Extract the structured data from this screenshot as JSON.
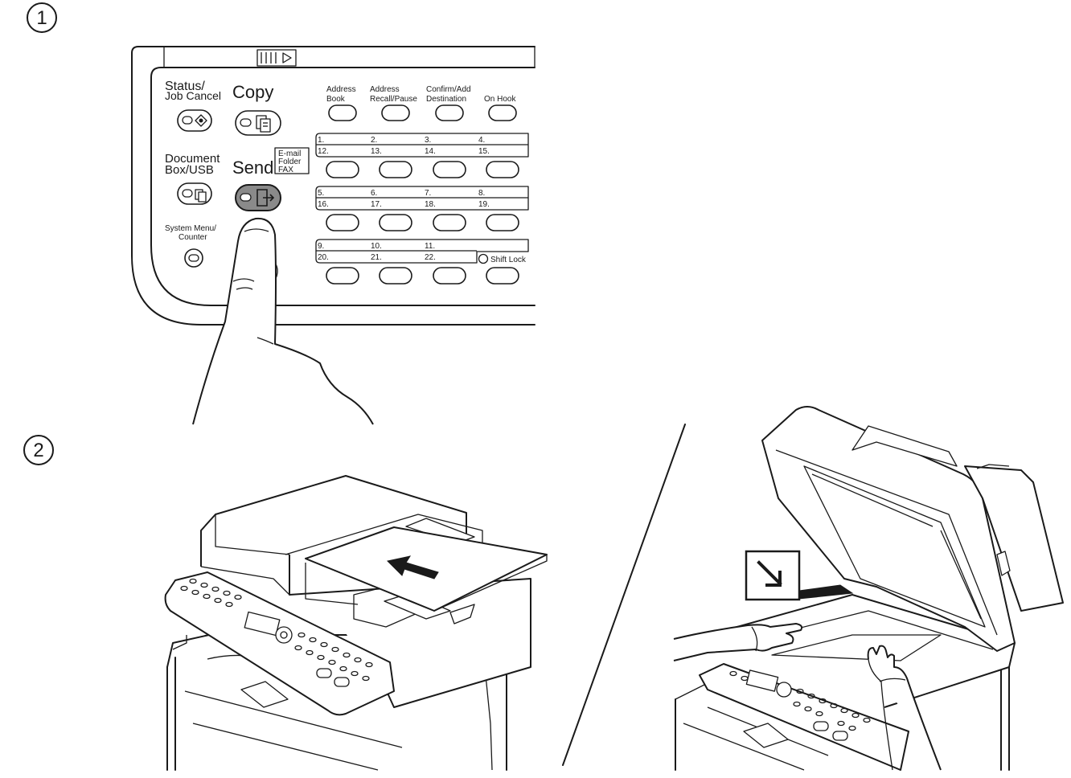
{
  "steps": {
    "step1": "1",
    "step2": "2"
  },
  "panel": {
    "status_label_line1": "Status/",
    "status_label_line2": "Job Cancel",
    "copy_label": "Copy",
    "document_label_line1": "Document",
    "document_label_line2": "Box/USB",
    "send_label": "Send",
    "send_sub_1": "E-mail",
    "send_sub_2": "Folder",
    "send_sub_3": "FAX",
    "system_label_line1": "System Menu/",
    "system_label_line2": "Counter",
    "top_keys": [
      {
        "line1": "Address",
        "line2": "Book"
      },
      {
        "line1": "Address",
        "line2": "Recall/Pause"
      },
      {
        "line1": "Confirm/Add",
        "line2": "Destination"
      },
      {
        "line1": "",
        "line2": "On Hook"
      }
    ],
    "one_touch_rows": [
      {
        "top": [
          "1.",
          "2.",
          "3.",
          "4."
        ],
        "bottom": [
          "12.",
          "13.",
          "14.",
          "15."
        ]
      },
      {
        "top": [
          "5.",
          "6.",
          "7.",
          "8."
        ],
        "bottom": [
          "16.",
          "17.",
          "18.",
          "19."
        ]
      },
      {
        "top": [
          "9.",
          "10.",
          "11.",
          ""
        ],
        "bottom": [
          "20.",
          "21.",
          "22.",
          ""
        ]
      }
    ],
    "shift_lock_label": "Shift Lock"
  },
  "colors": {
    "line": "#1a1a1a",
    "pressed_key": "#8a8a8a",
    "background": "#ffffff"
  }
}
